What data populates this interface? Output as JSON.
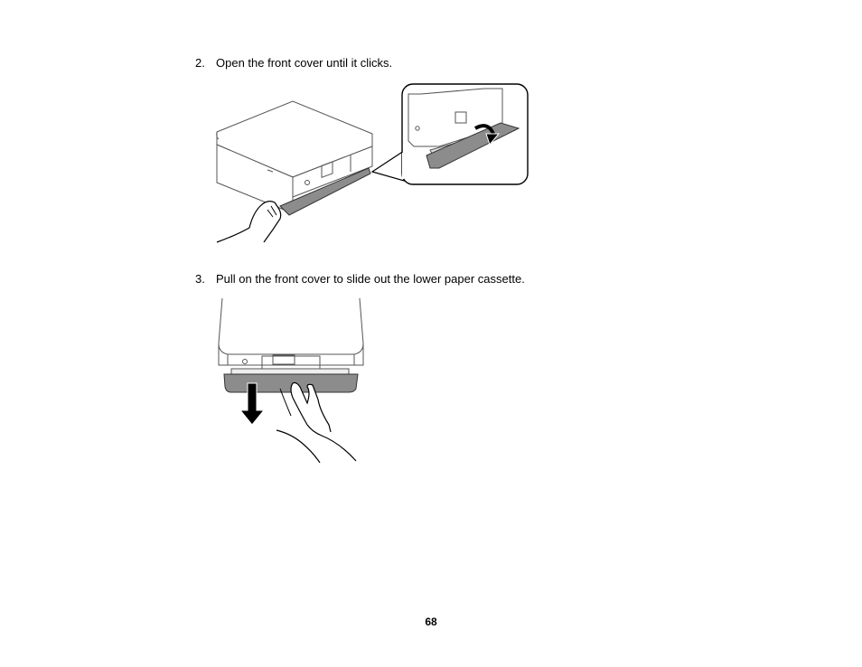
{
  "steps": [
    {
      "number": "2.",
      "text": "Open the front cover until it clicks."
    },
    {
      "number": "3.",
      "text": "Pull on the front cover to slide out the lower paper cassette."
    }
  ],
  "page_number": "68",
  "colors": {
    "cover_gray": "#8c8c8c",
    "line": "#3a3a3a",
    "printer_fill": "#ffffff"
  }
}
